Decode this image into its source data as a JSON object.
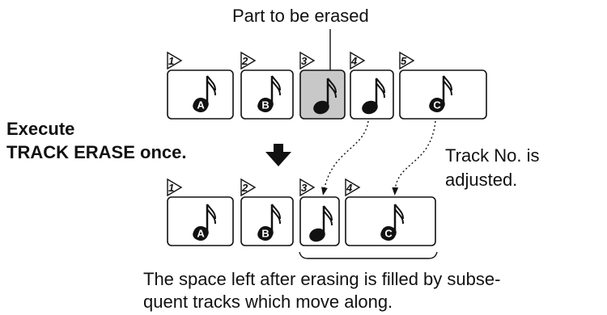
{
  "labels": {
    "part_to_erase": "Part to be erased",
    "execute_line1": "Execute",
    "execute_line2": "TRACK ERASE once.",
    "track_adjust_line1": "Track No. is",
    "track_adjust_line2": "adjusted.",
    "caption_line1": "The space left after erasing is filled by subse-",
    "caption_line2": "quent tracks which move along."
  },
  "before_tracks": [
    {
      "number": "1",
      "letter": "A",
      "erased": false
    },
    {
      "number": "2",
      "letter": "B",
      "erased": false
    },
    {
      "number": "3",
      "letter": "",
      "erased": true
    },
    {
      "number": "4",
      "letter": "",
      "erased": false
    },
    {
      "number": "5",
      "letter": "C",
      "erased": false
    }
  ],
  "after_tracks": [
    {
      "number": "1",
      "letter": "A"
    },
    {
      "number": "2",
      "letter": "B"
    },
    {
      "number": "3",
      "letter": ""
    },
    {
      "number": "4",
      "letter": "C"
    }
  ]
}
